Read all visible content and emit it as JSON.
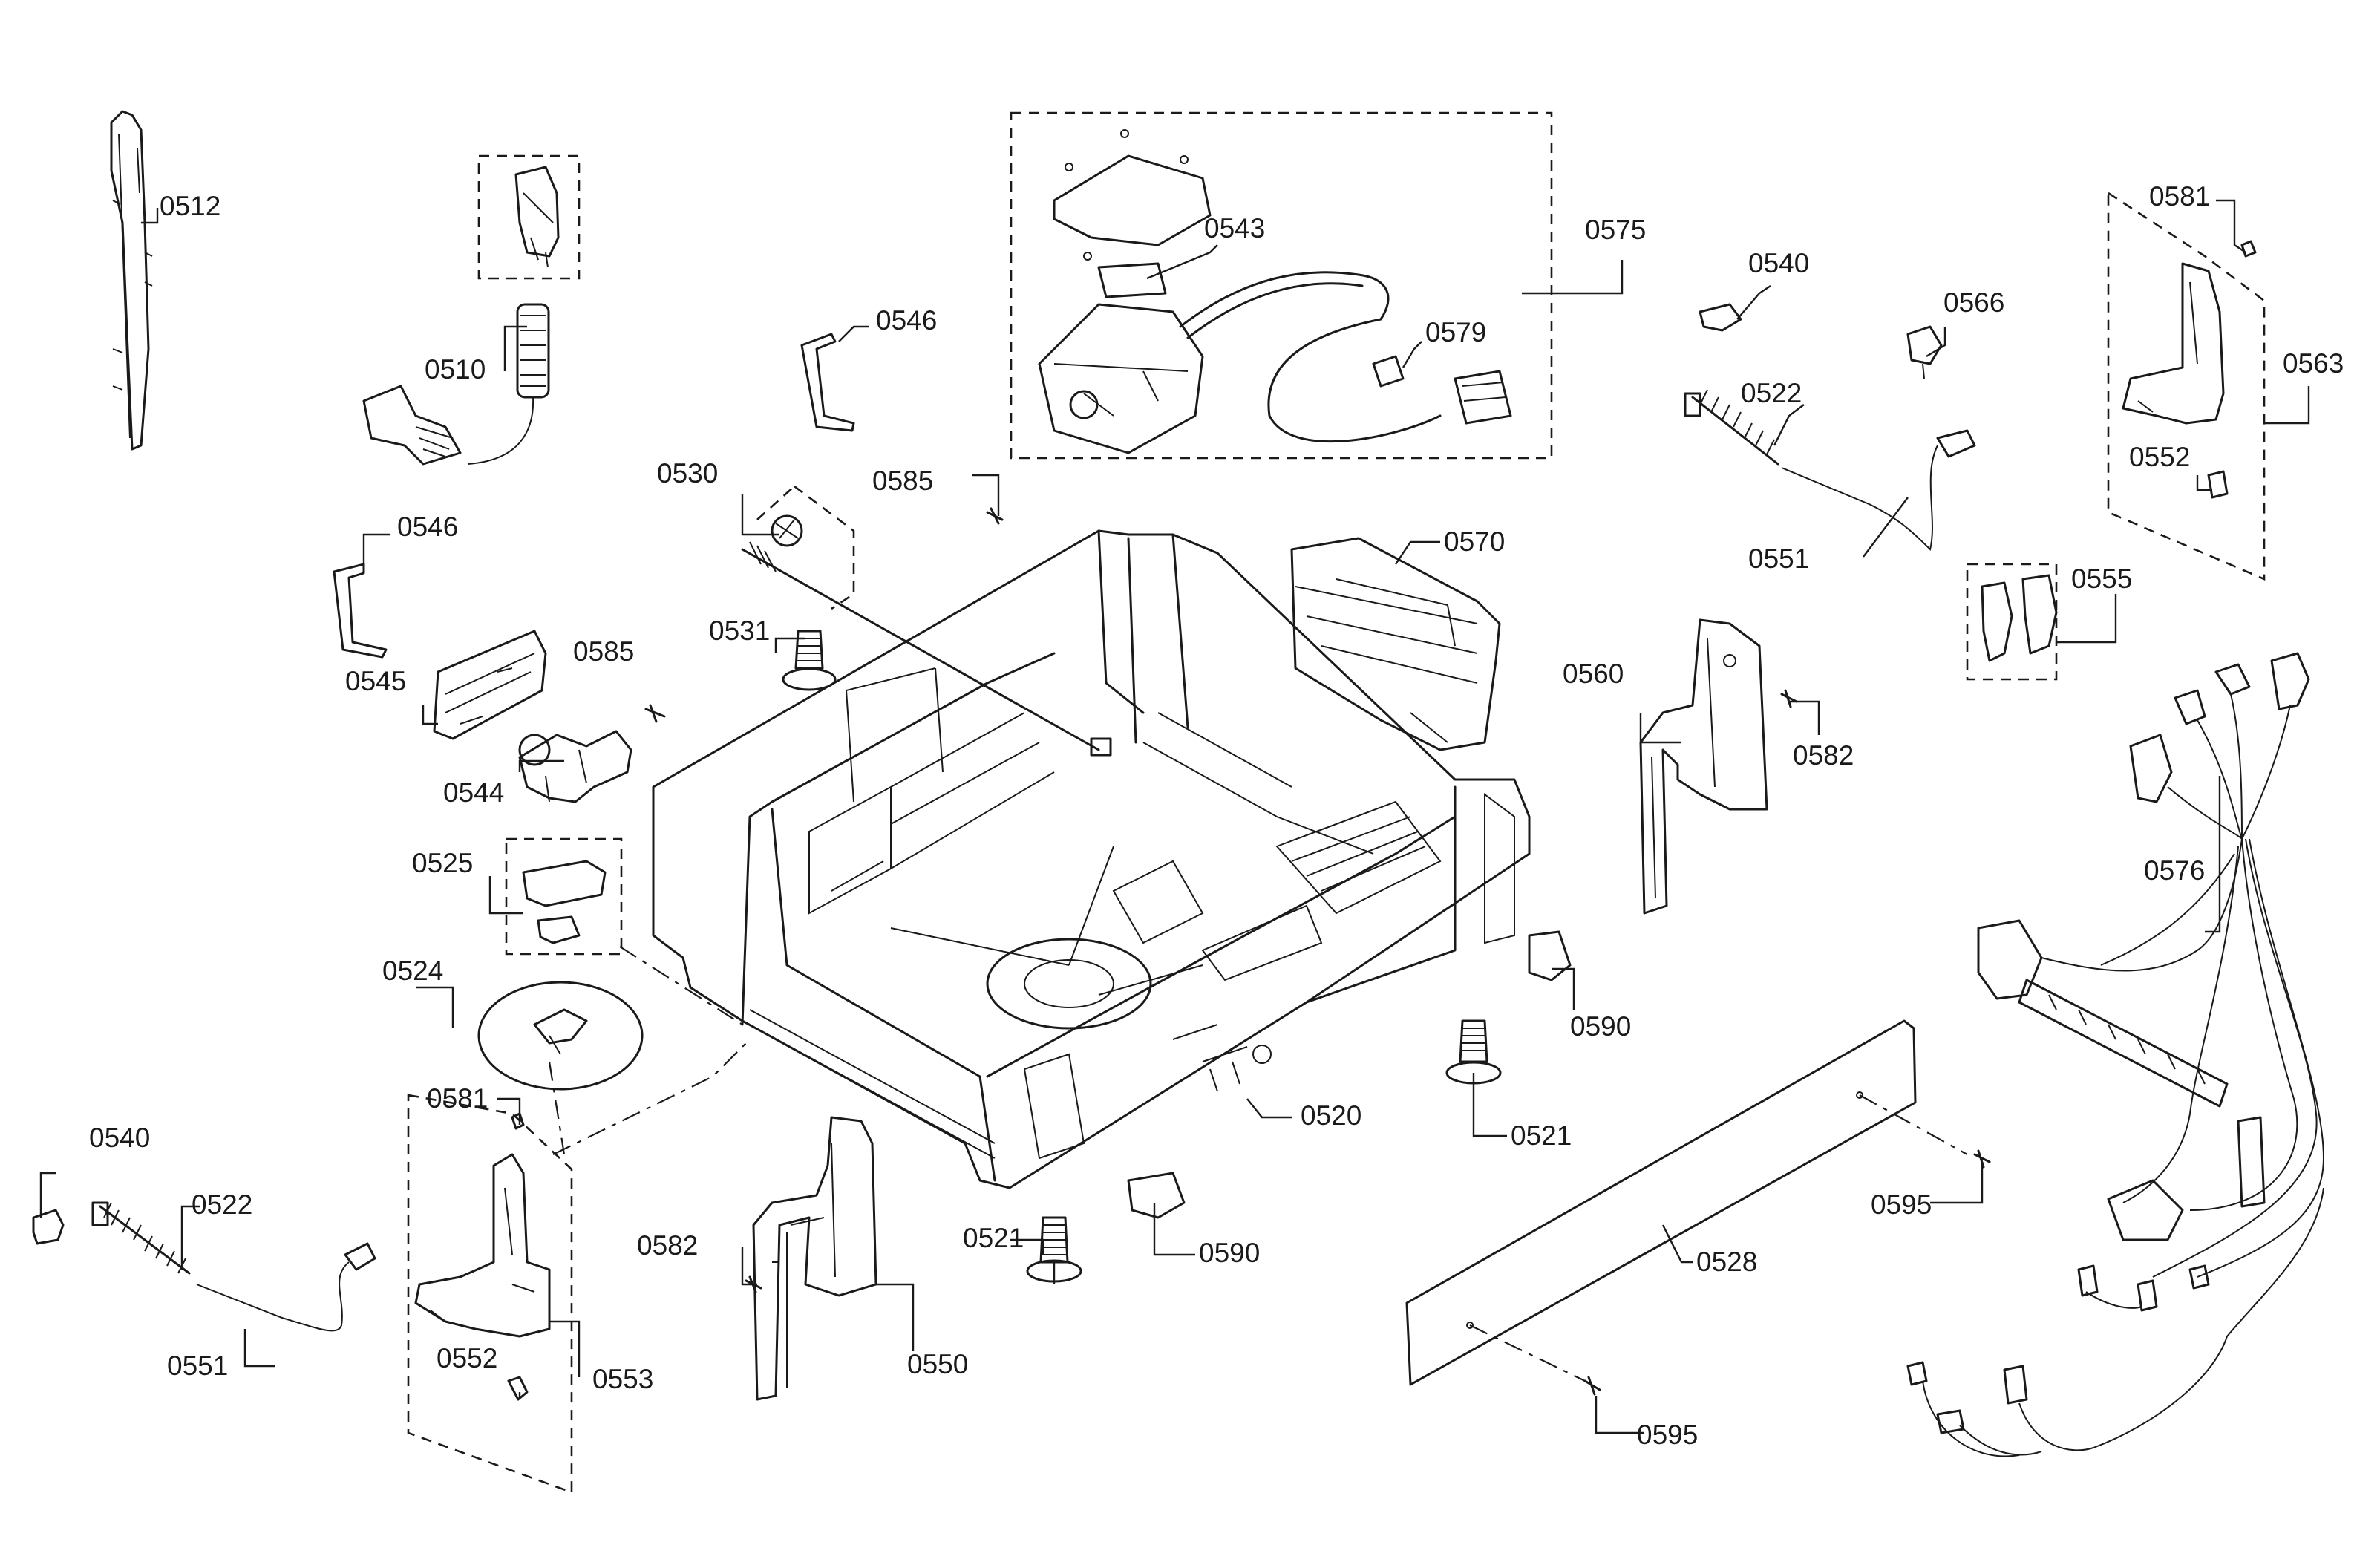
{
  "callouts": {
    "c0512": "0512",
    "c0510": "0510",
    "c0546a": "0546",
    "c0546b": "0546",
    "c0543": "0543",
    "c0575": "0575",
    "c0579": "0579",
    "c0540a": "0540",
    "c0540b": "0540",
    "c0566": "0566",
    "c0581a": "0581",
    "c0581b": "0581",
    "c0563": "0563",
    "c0522a": "0522",
    "c0522b": "0522",
    "c0552a": "0552",
    "c0552b": "0552",
    "c0551a": "0551",
    "c0551b": "0551",
    "c0555": "0555",
    "c0530": "0530",
    "c0585a": "0585",
    "c0585b": "0585",
    "c0570": "0570",
    "c0531": "0531",
    "c0545": "0545",
    "c0544": "0544",
    "c0560": "0560",
    "c0582a": "0582",
    "c0582b": "0582",
    "c0525": "0525",
    "c0576": "0576",
    "c0524": "0524",
    "c0590a": "0590",
    "c0590b": "0590",
    "c0520": "0520",
    "c0521a": "0521",
    "c0521b": "0521",
    "c0595a": "0595",
    "c0595b": "0595",
    "c0528": "0528",
    "c0553": "0553",
    "c0550": "0550"
  }
}
